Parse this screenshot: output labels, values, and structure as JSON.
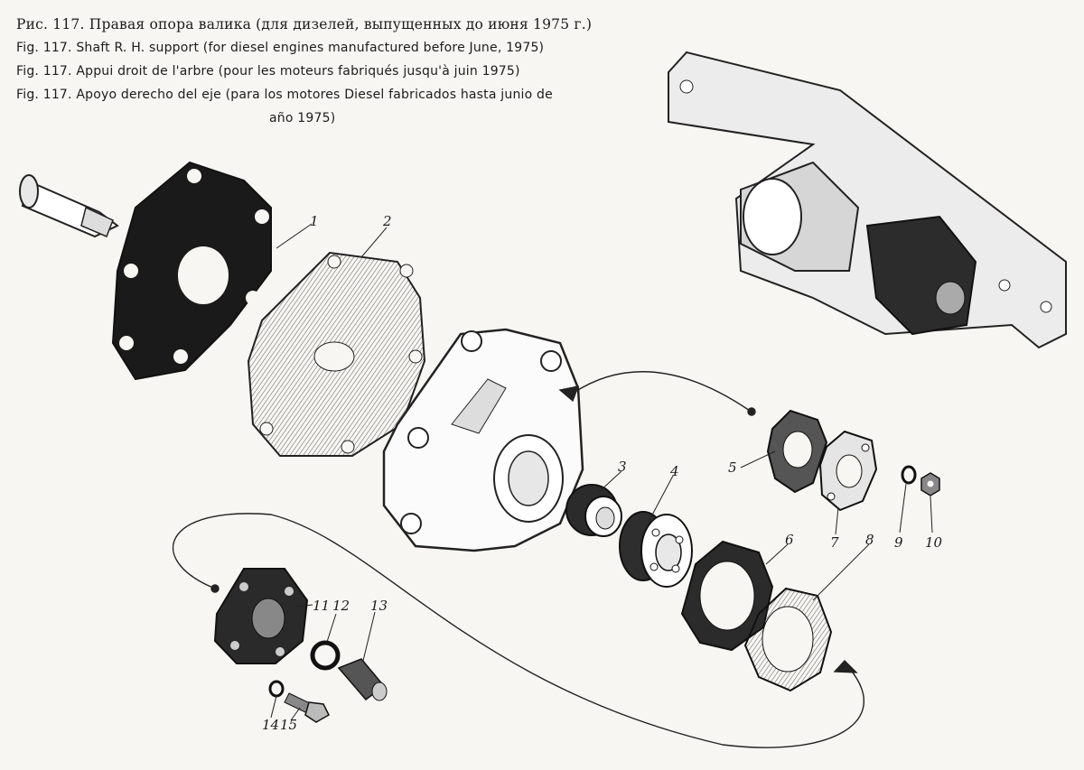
{
  "captions": {
    "ru": "Рис. 117. Правая опора валика (для дизелей, выпущенных до июня 1975 г.)",
    "en": "Fig. 117. Shaft R. H. support (for diesel engines manufactured before June, 1975)",
    "fr": "Fig. 117. Appui droit de l'arbre (pour les moteurs fabriqués jusqu'à juin 1975)",
    "es": "Fig. 117. Apoyo derecho del eje (para los motores Diesel fabricados hasta junio de",
    "es_cont": "año 1975)"
  },
  "callouts": [
    "1",
    "2",
    "3",
    "4",
    "5",
    "6",
    "7",
    "8",
    "9",
    "10",
    "11",
    "12",
    "13",
    "14",
    "15"
  ]
}
